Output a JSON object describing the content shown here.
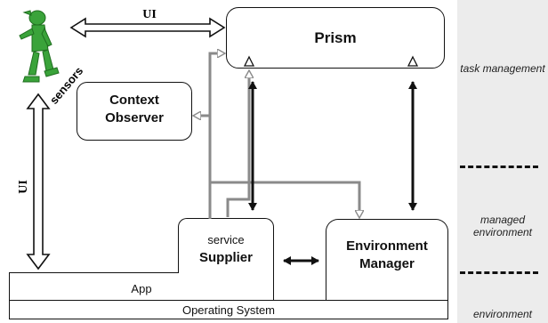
{
  "diagram": {
    "ui_top_label": "UI",
    "ui_left_label": "UI",
    "sensors_label": "sensors",
    "prism_label": "Prism",
    "context_observer_label": "Context\nObserver",
    "service_label": "service",
    "supplier_label": "Supplier",
    "environment_manager_label": "Environment\nManager",
    "app_label": "App",
    "os_label": "Operating System"
  },
  "side_panel": {
    "task_management": "task\nmanagement",
    "managed_environment": "managed\nenvironment",
    "environment": "environment"
  },
  "colors": {
    "arrow_gray": "#8a8a8a",
    "panel_bg": "#ececec",
    "user_green": "#3aa33a"
  }
}
